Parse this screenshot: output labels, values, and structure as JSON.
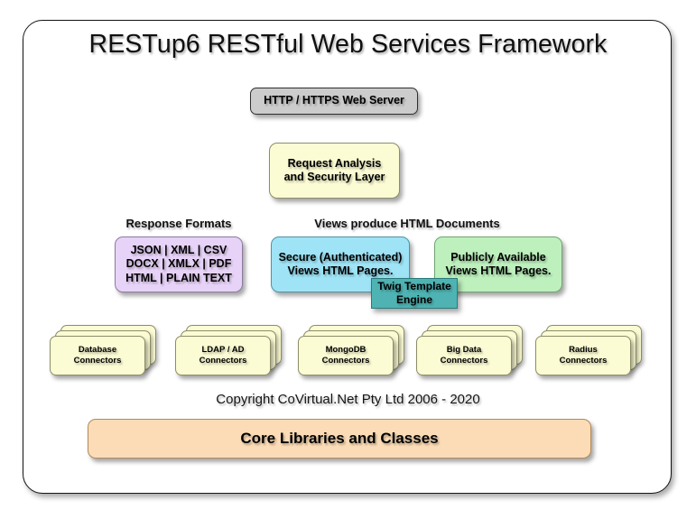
{
  "diagram": {
    "title": "RESTup6 RESTful Web Services Framework",
    "copyright": "Copyright CoVirtual.Net Pty Ltd 2006 - 2020",
    "captions": {
      "response_formats": "Response Formats",
      "views": "Views produce HTML Documents"
    },
    "nodes": {
      "webserver": "HTTP / HTTPS Web Server",
      "request_layer": "Request Analysis\nand Security Layer",
      "response_formats": "JSON | XML | CSV\nDOCX | XMLX | PDF\nHTML | PLAIN TEXT",
      "secure_views": "Secure (Authenticated)\nViews HTML Pages.",
      "public_views": "Publicly Available\nViews HTML Pages.",
      "twig": "Twig Template\nEngine",
      "core": "Core Libraries and Classes"
    },
    "connectors": [
      {
        "id": "database",
        "label": "Database\nConnectors"
      },
      {
        "id": "ldap",
        "label": "LDAP / AD\nConnectors"
      },
      {
        "id": "mongodb",
        "label": "MongoDB\nConnectors"
      },
      {
        "id": "bigdata",
        "label": "Big Data\nConnectors"
      },
      {
        "id": "radius",
        "label": "Radius\nConnectors"
      }
    ],
    "colors": {
      "webserver": "#cccccc",
      "yellow": "#fbfbd4",
      "purple": "#e7d3f7",
      "blue": "#9ee4f6",
      "green": "#bdf0bd",
      "teal": "#4fb3b3",
      "orange": "#fbdcb6",
      "frame_border": "#151515",
      "page_background": "#ffffff"
    }
  }
}
